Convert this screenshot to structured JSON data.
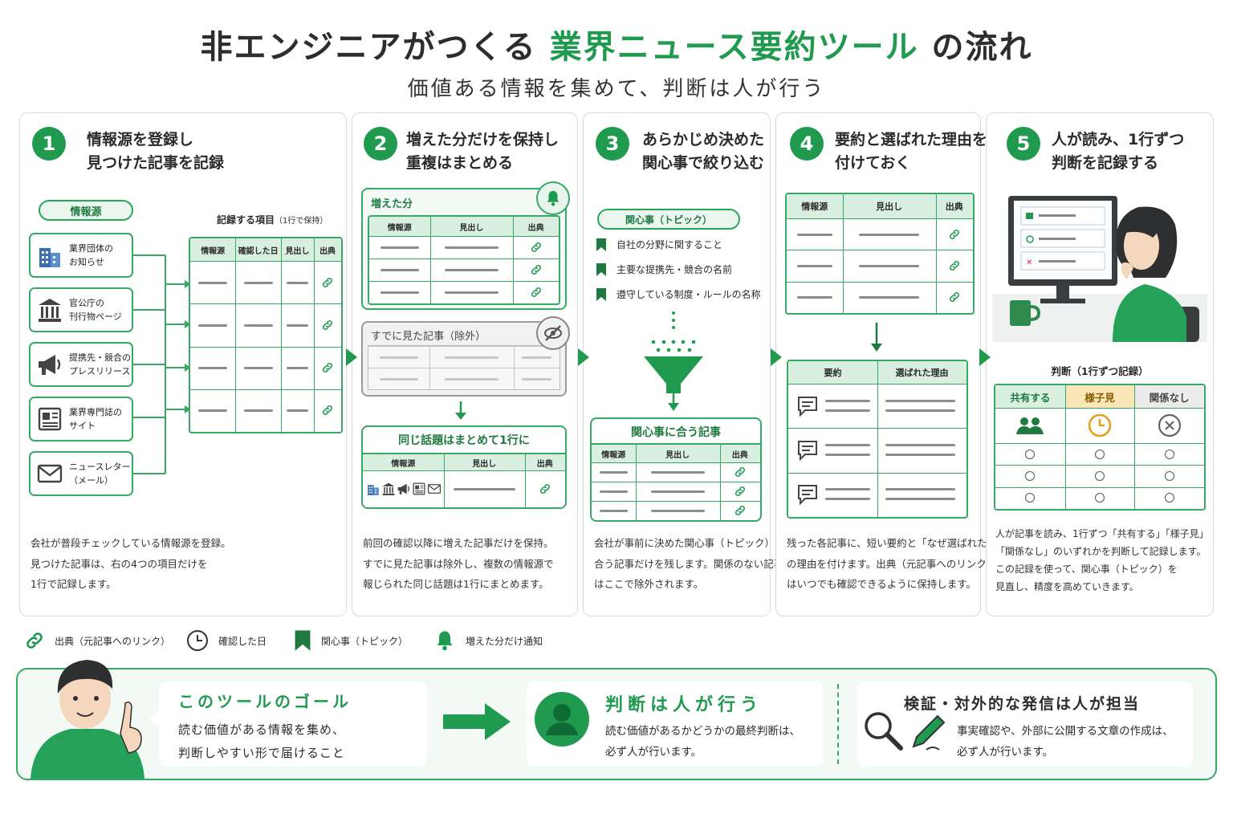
{
  "header": {
    "title_pre": "非エンジニアがつくる",
    "title_highlight": "業界ニュース要約ツール",
    "title_post": "の流れ",
    "subtitle": "価値ある情報を集めて、判断は人が行う"
  },
  "steps": [
    {
      "number": "1",
      "title": "情報源を登録し\n見つけた記事を記録",
      "sources_label": "情報源",
      "sources": [
        "業界団体の\nお知らせ",
        "官公庁の\n刊行物ページ",
        "提携先・競合の\nプレスリリース",
        "業界専門誌の\nサイト",
        "ニュースレター\n（メール）"
      ],
      "record_label": "記録する項目",
      "record_note": "（1行で保持）",
      "columns": [
        "情報源",
        "確認した日",
        "見出し",
        "出典"
      ],
      "description": "会社が普段チェックしている情報源を登録。\n見つけた記事は、右の4つの項目だけを\n1行で記録します。"
    },
    {
      "number": "2",
      "title": "増えた分だけを保持し\n重複はまとめる",
      "new_label": "増えた分",
      "seen_label": "すでに見た記事（除外）",
      "merge_label": "同じ話題はまとめて1行に",
      "columns": [
        "情報源",
        "見出し",
        "出典"
      ],
      "description": "前回の確認以降に増えた記事だけを保持。\nすでに見た記事は除外し、複数の情報源で\n報じられた同じ話題は1行にまとめます。"
    },
    {
      "number": "3",
      "title": "あらかじめ決めた\n関心事で絞り込む",
      "topics_label": "関心事（トピック）",
      "topics": [
        "自社の分野に関すること",
        "主要な提携先・競合の名前",
        "遵守している制度・ルールの名称"
      ],
      "match_label": "関心事に合う記事",
      "columns": [
        "情報源",
        "見出し",
        "出典"
      ],
      "description": "会社が事前に決めた関心事（トピック）に\n合う記事だけを残します。関係のない記事\nはここで除外されます。"
    },
    {
      "number": "4",
      "title": "要約と選ばれた理由を\n付けておく",
      "columns_top": [
        "情報源",
        "見出し",
        "出典"
      ],
      "columns_bottom": [
        "要約",
        "選ばれた理由"
      ],
      "description": "残った各記事に、短い要約と「なぜ選ばれたか」\nの理由を付けます。出典（元記事へのリンク）\nはいつでも確認できるように保持します。"
    },
    {
      "number": "5",
      "title": "人が読み、1行ずつ\n判断を記録する",
      "judge_label": "判断（1行ずつ記録）",
      "judge_columns": [
        "共有する",
        "様子見",
        "関係なし"
      ],
      "description": "人が記事を読み、1行ずつ「共有する」「様子見」\n「関係なし」のいずれかを判断して記録します。\nこの記録を使って、関心事（トピック）を\n見直し、精度を高めていきます。"
    }
  ],
  "legend": [
    {
      "icon": "link-icon",
      "label": "出典（元記事へのリンク）"
    },
    {
      "icon": "clock-icon",
      "label": "確認した日"
    },
    {
      "icon": "bookmark-icon",
      "label": "関心事（トピック）"
    },
    {
      "icon": "bell-icon",
      "label": "増えた分だけ通知"
    }
  ],
  "footer": {
    "goal_title": "このツールのゴール",
    "goal_text": "読む価値がある情報を集め、\n判断しやすい形で届けること",
    "human_title": "判断は人が行う",
    "human_text": "読む価値があるかどうかの最終判断は、\n必ず人が行います。",
    "verify_title": "検証・対外的な発信は人が担当",
    "verify_text": "事実確認や、外部に公開する文章の作成は、\n必ず人が行います。"
  },
  "colors": {
    "accent": "#1f9a4e",
    "accent_light": "#d9efdf",
    "amber": "#e0a020",
    "border": "#d8dcd9"
  }
}
